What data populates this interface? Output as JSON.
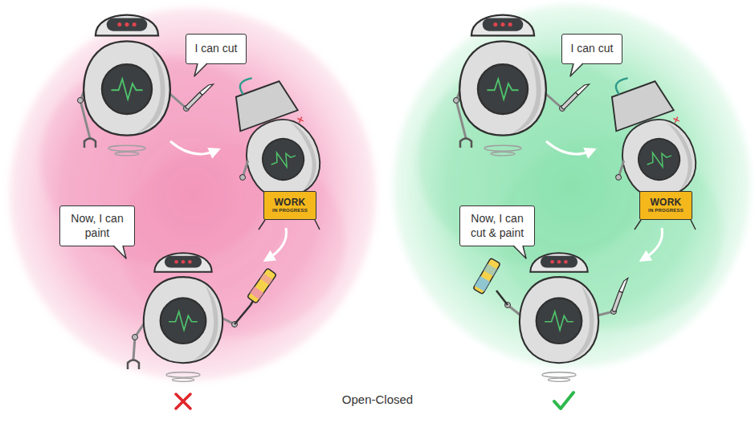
{
  "diagram": {
    "caption": "Open-Closed",
    "nodes": [
      {
        "text": [
          "I can cut"
        ]
      },
      {
        "text": [
          "WORK",
          "IN PROGRESS"
        ]
      },
      {
        "text": [
          "Now, I can paint"
        ]
      },
      {
        "text": [
          "I can cut"
        ]
      },
      {
        "text": [
          "WORK",
          "IN PROGRESS"
        ]
      },
      {
        "text": [
          "Now, I can cut & paint"
        ]
      }
    ]
  }
}
